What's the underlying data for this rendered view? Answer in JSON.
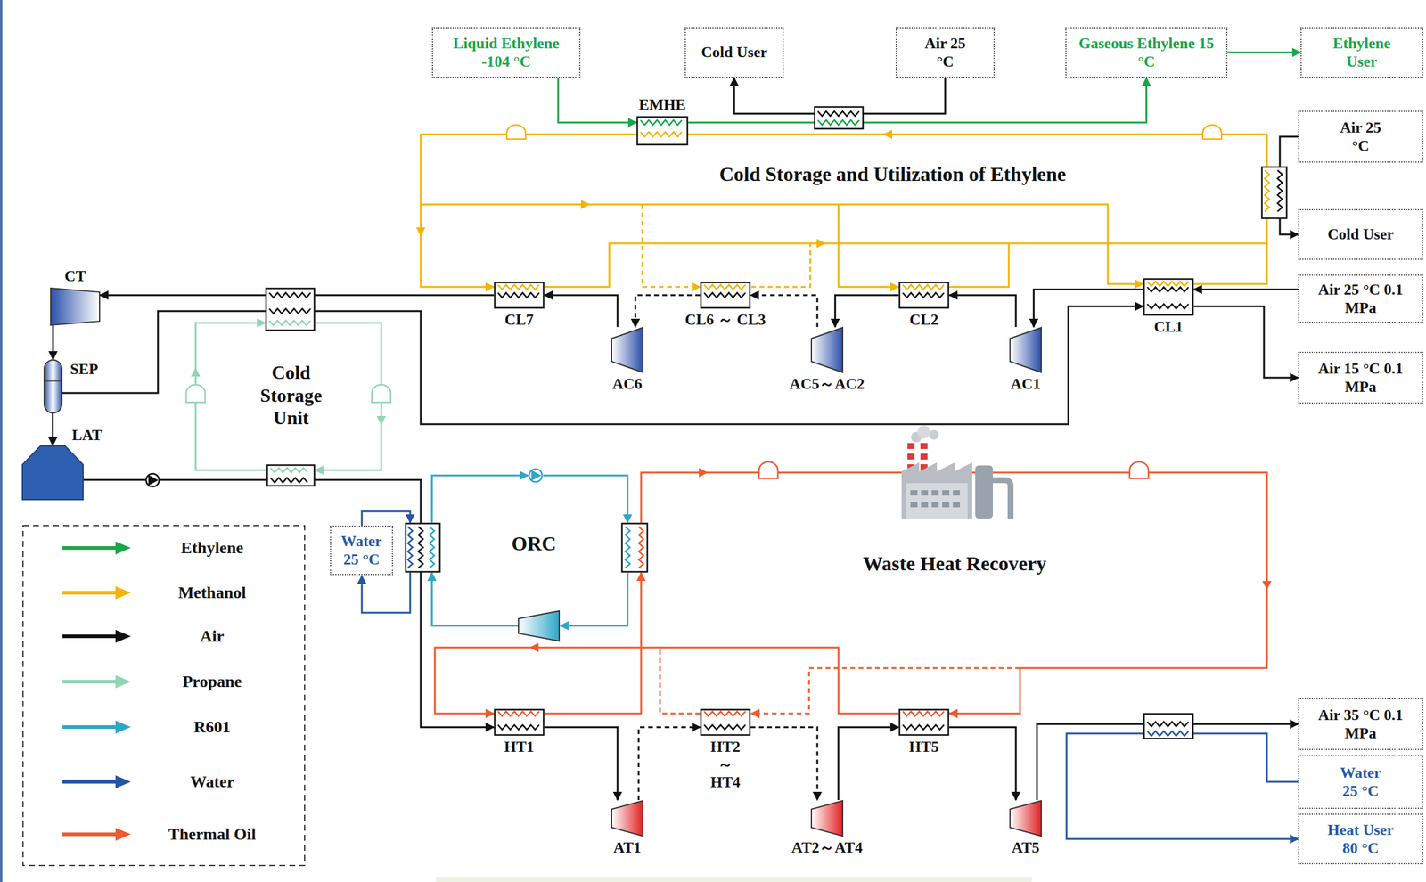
{
  "diagram": {
    "nodes": [
      {
        "text": [
          "Liquid Ethylene -104 °C"
        ]
      },
      {
        "text": [
          "Cold User"
        ]
      },
      {
        "text": [
          "Air 25 °C"
        ]
      },
      {
        "text": [
          "Gaseous Ethylene 15 °C"
        ]
      },
      {
        "text": [
          "Ethylene User"
        ]
      },
      {
        "text": [
          "EMHE"
        ]
      },
      {
        "text": [
          "Air 25 °C"
        ]
      },
      {
        "text": [
          "Cold User"
        ]
      },
      {
        "text": [
          "CT"
        ]
      },
      {
        "text": [
          "Air 25 °C 0.1 MPa"
        ]
      },
      {
        "text": [
          "CL7"
        ]
      },
      {
        "text": [
          "CL6 ～ CL3"
        ]
      },
      {
        "text": [
          "CL2"
        ]
      },
      {
        "text": [
          "CL1"
        ]
      },
      {
        "text": [
          "SEP"
        ]
      },
      {
        "text": [
          "AC6"
        ]
      },
      {
        "text": [
          "AC5～AC2"
        ]
      },
      {
        "text": [
          "AC1"
        ]
      },
      {
        "text": [
          "Air 15 °C 0.1 MPa"
        ]
      },
      {
        "text": [
          "LAT"
        ]
      },
      {
        "text": [
          "Water 25 °C"
        ]
      },
      {
        "text": [
          "HT1"
        ]
      },
      {
        "text": [
          "HT2 ～ HT4"
        ]
      },
      {
        "text": [
          "HT5"
        ]
      },
      {
        "text": [
          "AT1"
        ]
      },
      {
        "text": [
          "AT2～AT4"
        ]
      },
      {
        "text": [
          "AT5"
        ]
      },
      {
        "text": [
          "Air 35 °C 0.1 MPa"
        ]
      },
      {
        "text": [
          "Water 25 °C"
        ]
      },
      {
        "text": [
          "Heat User 80 °C"
        ]
      }
    ],
    "edges": [
      {
        "from": 0,
        "to": 5,
        "arrow": "to"
      },
      {
        "from": 5,
        "to": 3,
        "arrow": "to"
      },
      {
        "from": 3,
        "to": 4,
        "arrow": "to"
      },
      {
        "from": 2,
        "to": 1,
        "arrow": "to"
      },
      {
        "from": 6,
        "to": 7,
        "arrow": "to"
      },
      {
        "from": 9,
        "to": 13,
        "arrow": "to"
      },
      {
        "from": 13,
        "to": 17,
        "arrow": "to"
      },
      {
        "from": 17,
        "to": 12,
        "arrow": "to"
      },
      {
        "from": 12,
        "to": 16,
        "arrow": "to"
      },
      {
        "from": 16,
        "to": 11,
        "arrow": "to"
      },
      {
        "from": 11,
        "to": 15,
        "arrow": "to"
      },
      {
        "from": 15,
        "to": 10,
        "arrow": "to"
      },
      {
        "from": 10,
        "to": 8,
        "arrow": "to"
      },
      {
        "from": 8,
        "to": 14,
        "arrow": "to"
      },
      {
        "from": 14,
        "to": 19,
        "arrow": "to"
      },
      {
        "from": 14,
        "to": 13,
        "arrow": "to"
      },
      {
        "from": 13,
        "to": 18,
        "arrow": "to"
      },
      {
        "from": 19,
        "to": 21,
        "arrow": "to"
      },
      {
        "from": 21,
        "to": 24,
        "arrow": "to"
      },
      {
        "from": 24,
        "to": 22,
        "arrow": "to"
      },
      {
        "from": 22,
        "to": 25,
        "arrow": "to"
      },
      {
        "from": 25,
        "to": 23,
        "arrow": "to"
      },
      {
        "from": 23,
        "to": 26,
        "arrow": "to"
      },
      {
        "from": 26,
        "to": 27,
        "arrow": "to"
      },
      {
        "from": 28,
        "to": 29,
        "arrow": "to"
      }
    ],
    "labels": [
      "Cold Storage and Utilization of Ethylene",
      "Cold Storage Unit",
      "ORC",
      "Waste Heat Recovery"
    ],
    "legend": [
      {
        "text": "Ethylene",
        "color": "#1aa64a"
      },
      {
        "text": "Methanol",
        "color": "#f5b400"
      },
      {
        "text": "Air",
        "color": "#111111"
      },
      {
        "text": "Propane",
        "color": "#8fd6b4"
      },
      {
        "text": "R601",
        "color": "#2ea6c8"
      },
      {
        "text": "Water",
        "color": "#2456a8"
      },
      {
        "text": "Thermal Oil",
        "color": "#ef5a2f"
      }
    ]
  }
}
